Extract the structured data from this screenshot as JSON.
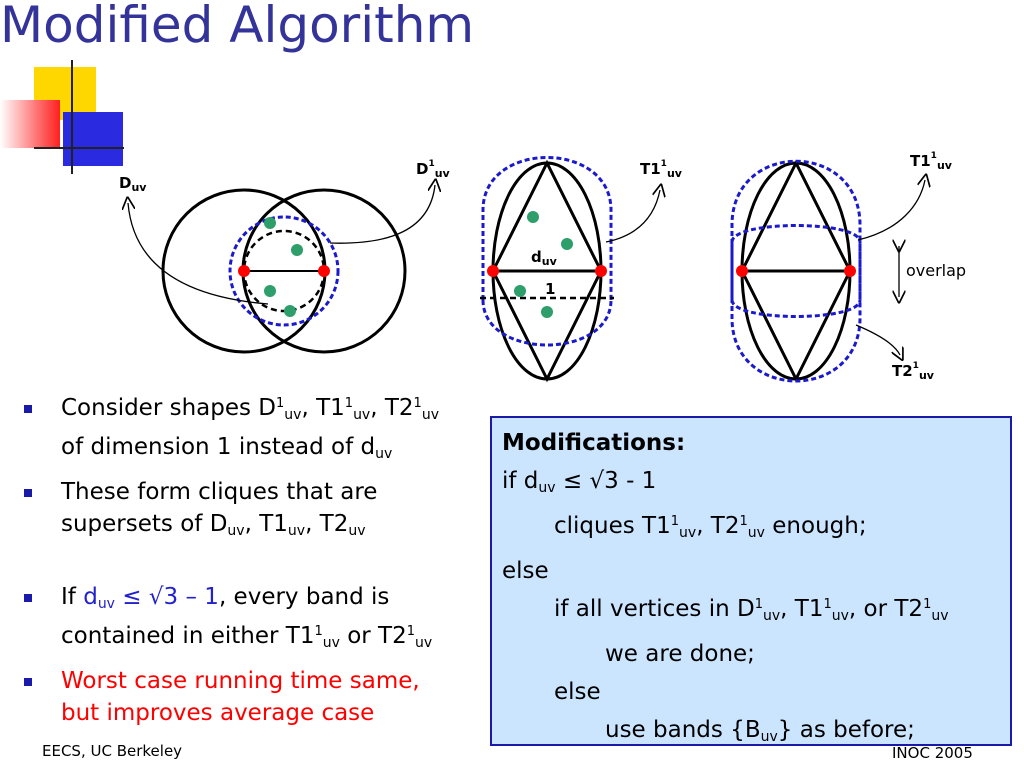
{
  "title": "Modified Algorithm",
  "diagram": {
    "d_uv": "D",
    "d1_uv": "D",
    "t1_a": "T1",
    "t1_b": "T1",
    "t2": "T2",
    "small_d": "d",
    "one": "1",
    "sub_uv": "uv",
    "sup_1": "1",
    "overlap": "overlap"
  },
  "bullets": [
    {
      "a": "Consider shapes D",
      "b": "1",
      "c": "uv",
      "d": ", T1",
      "e": "1",
      "f": "uv",
      "g": ", T2",
      "h": "1",
      "i": "uv",
      "j": "of dimension 1 instead of d",
      "k": "uv"
    },
    {
      "a": "These form cliques that are",
      "b": "supersets of D",
      "c": "uv",
      "d": ", T1",
      "e": "uv",
      "f": ", T2",
      "g": "uv"
    },
    {
      "a": "If ",
      "b": "d",
      "c": "uv",
      "d": " ≤ √3 – 1",
      "e": ", every band is",
      "f": "contained in either T1",
      "g": "1",
      "h": "uv",
      "i": " or T2",
      "j": "1",
      "k": "uv"
    },
    {
      "a": "Worst case running time same,",
      "b": "but improves average case"
    }
  ],
  "modifications": {
    "heading": "Modifications:",
    "l1a": "if d",
    "l1b": "uv",
    "l1c": " ≤ √3 - 1",
    "l2a": "cliques T1",
    "l2b": "1",
    "l2c": "uv",
    "l2d": ", T2",
    "l2e": "1",
    "l2f": "uv",
    "l2g": " enough;",
    "l3": "else",
    "l4a": "if all vertices in D",
    "l4b": "1",
    "l4c": "uv",
    "l4d": ", T1",
    "l4e": "1",
    "l4f": "uv",
    "l4g": ", or T2",
    "l4h": "1",
    "l4i": "uv",
    "l5": "we are done;",
    "l6": "else",
    "l7a": "use bands {B",
    "l7b": "uv",
    "l7c": "} as before;"
  },
  "footer": {
    "left": "EECS, UC Berkeley",
    "right": "INOC 2005"
  },
  "colors": {
    "title": "#333399",
    "accent_yellow": "#ffd700",
    "accent_blue": "#2a2ae0",
    "accent_red": "#ff2020",
    "dot_green": "#2e9e6a",
    "dot_red": "#ff0000",
    "box_fill": "#cce5ff"
  }
}
